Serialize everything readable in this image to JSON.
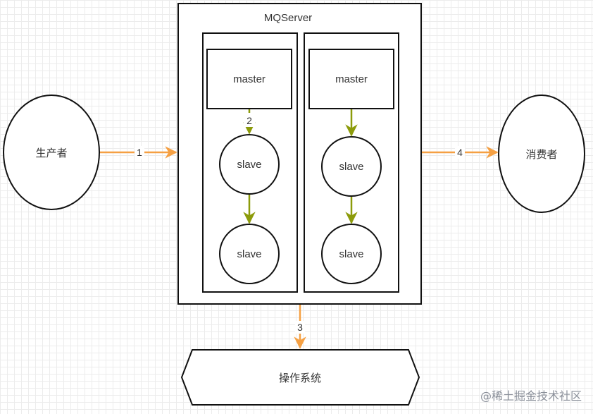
{
  "server": {
    "title": "MQServer"
  },
  "nodes": {
    "producer": "生产者",
    "consumer": "消费者",
    "os": "操作系统",
    "master_left": "master",
    "master_right": "master",
    "slave_left_1": "slave",
    "slave_left_2": "slave",
    "slave_right_1": "slave",
    "slave_right_2": "slave"
  },
  "edges": {
    "step1": "1",
    "step2": "2",
    "step3": "3",
    "step4": "4"
  },
  "watermark": "@稀土掘金技术社区",
  "colors": {
    "stroke": "#111111",
    "orange_arrow": "#f5a043",
    "olive_arrow": "#8c9b0a",
    "text": "#333333",
    "grid": "#ececec"
  }
}
